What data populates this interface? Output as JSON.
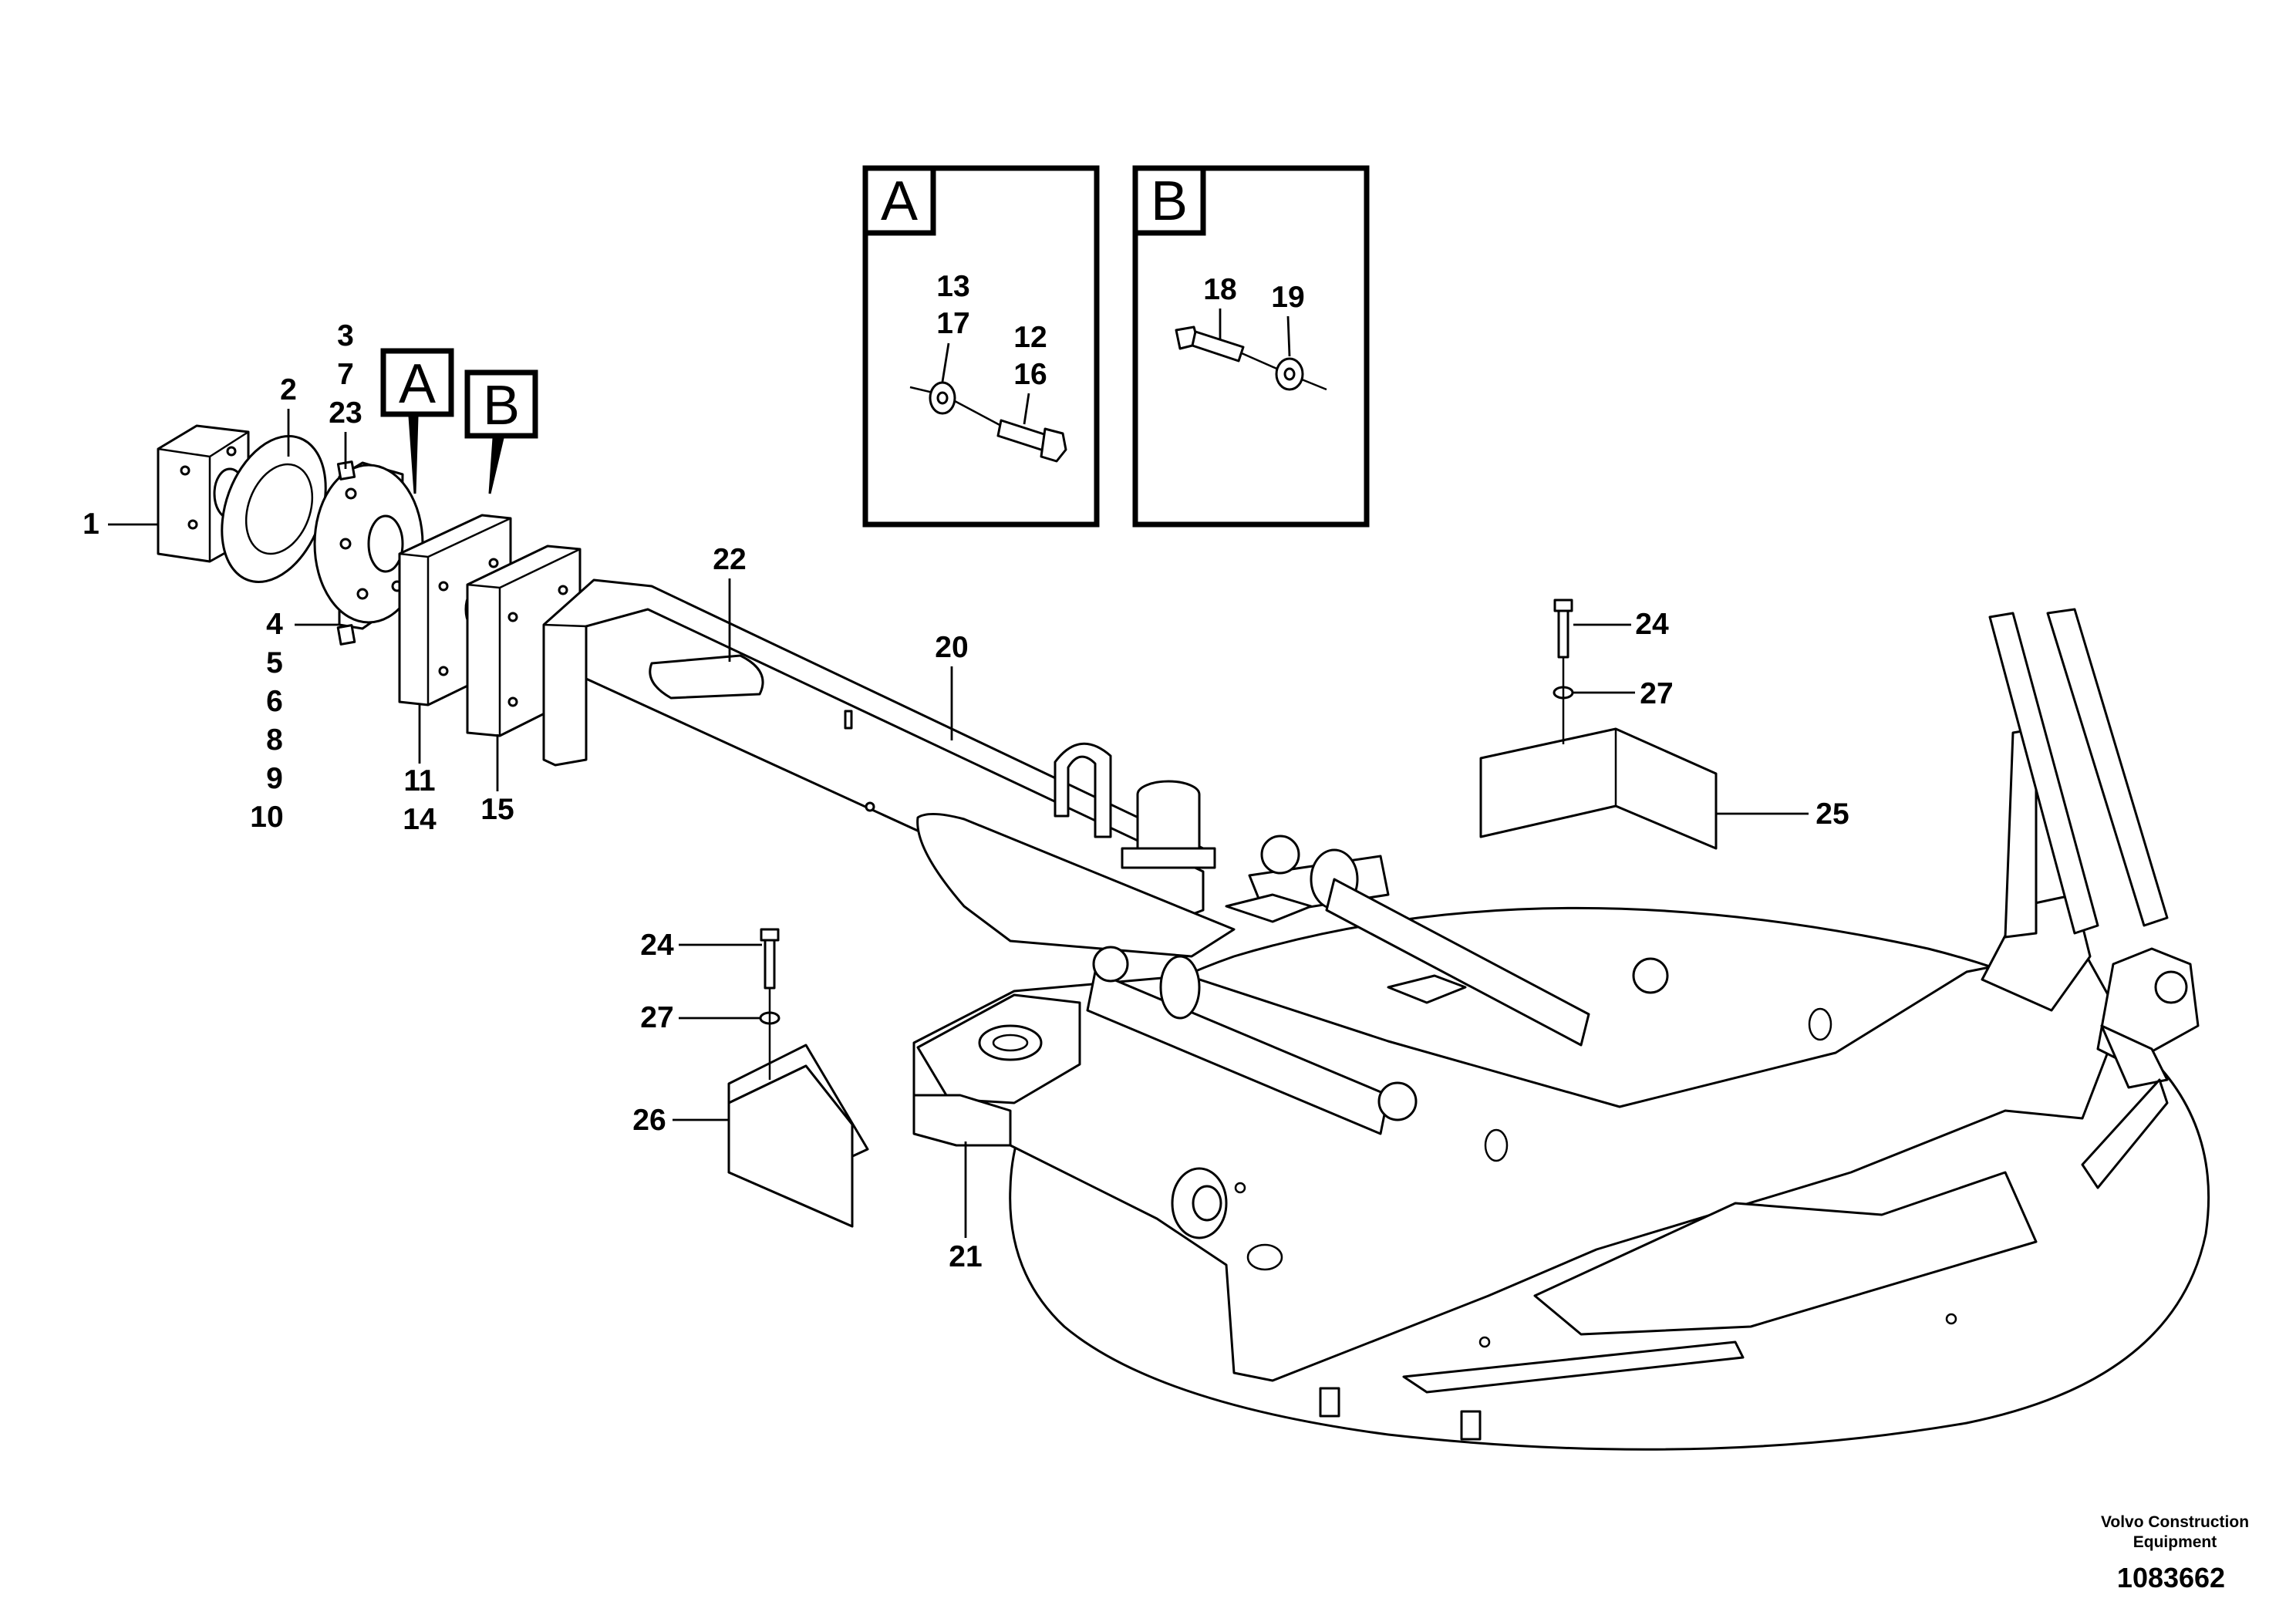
{
  "callouts": {
    "n1": "1",
    "n2": "2",
    "n3": "3",
    "n7": "7",
    "n23": "23",
    "n4": "4",
    "n5": "5",
    "n6": "6",
    "n8": "8",
    "n9": "9",
    "n10": "10",
    "n11": "11",
    "n14": "14",
    "n15": "15",
    "n22": "22",
    "n20": "20",
    "n24a": "24",
    "n27a": "27",
    "n25": "25",
    "n24b": "24",
    "n27b": "27",
    "n26": "26",
    "n21": "21"
  },
  "markers": {
    "a": "A",
    "b": "B"
  },
  "detail_a": {
    "title": "A",
    "n13": "13",
    "n17": "17",
    "n12": "12",
    "n16": "16"
  },
  "detail_b": {
    "title": "B",
    "n18": "18",
    "n19": "19"
  },
  "footer": {
    "company_line1": "Volvo Construction",
    "company_line2": "Equipment",
    "document_number": "1083662"
  }
}
